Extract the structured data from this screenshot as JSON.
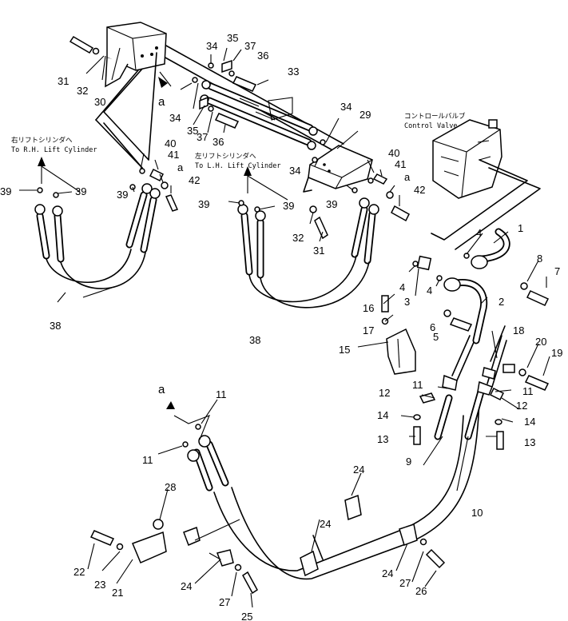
{
  "notes": {
    "rh_jp": "右リフトシリンダへ",
    "rh_en": "To R.H. Lift Cylinder",
    "lh_jp": "左リフトシリンダへ",
    "lh_en": "To L.H. Lift Cylinder",
    "cv_jp": "コントロールバルブ",
    "cv_en": "Control Valve"
  },
  "ref_mark": "a",
  "callouts": [
    "1",
    "2",
    "3",
    "4",
    "4",
    "4",
    "5",
    "6",
    "7",
    "8",
    "9",
    "10",
    "11",
    "11",
    "11",
    "11",
    "12",
    "12",
    "13",
    "13",
    "14",
    "14",
    "15",
    "16",
    "17",
    "18",
    "19",
    "20",
    "21",
    "22",
    "23",
    "24",
    "24",
    "24",
    "24",
    "25",
    "26",
    "27",
    "27",
    "28",
    "29",
    "30",
    "31",
    "31",
    "32",
    "32",
    "33",
    "34",
    "34",
    "34",
    "34",
    "35",
    "35",
    "36",
    "36",
    "37",
    "37",
    "38",
    "38",
    "39",
    "39",
    "39",
    "39",
    "39",
    "39",
    "40",
    "40",
    "41",
    "41",
    "42",
    "42",
    "a",
    "a"
  ]
}
